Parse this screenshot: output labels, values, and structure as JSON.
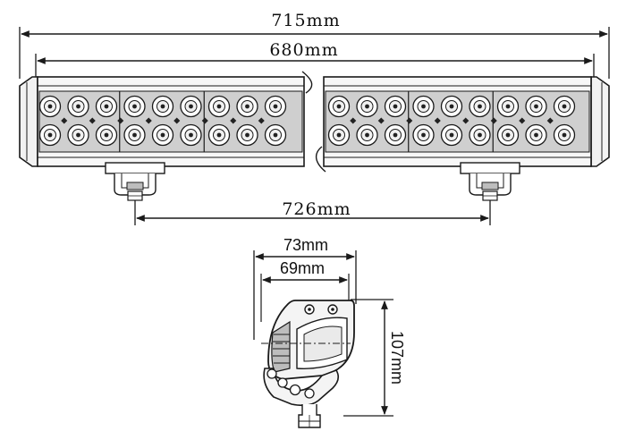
{
  "dimensions": {
    "overall_length": "715mm",
    "body_length": "680mm",
    "mount_spacing": "726mm",
    "side_outer_width": "73mm",
    "side_inner_width": "69mm",
    "side_height": "107mm"
  },
  "colors": {
    "line": "#1a1a1a",
    "fill_light": "#f2f2f2",
    "fill_mid": "#bdbdbd",
    "fill_dark": "#222222"
  },
  "layout_hint": {
    "led_columns_per_half": 9,
    "led_rows": 2
  }
}
